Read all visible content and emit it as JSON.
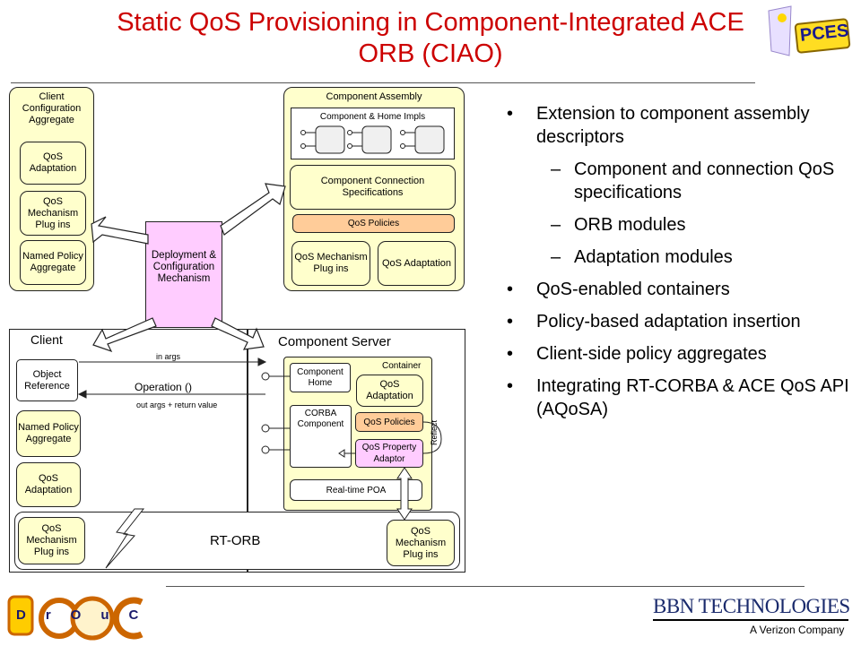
{
  "title": "Static QoS Provisioning in Component-Integrated ACE ORB (CIAO)",
  "pces_logo": "PCES",
  "bullets": [
    {
      "text": "Extension to component assembly descriptors",
      "sub": [
        "Component and connection QoS specifications",
        "ORB modules",
        "Adaptation modules"
      ]
    },
    {
      "text": "QoS-enabled containers",
      "sub": []
    },
    {
      "text": "Policy-based adaptation insertion",
      "sub": []
    },
    {
      "text": "Client-side policy aggregates",
      "sub": []
    },
    {
      "text": "Integrating RT-CORBA & ACE QoS API (AQoSA)",
      "sub": []
    }
  ],
  "diagram": {
    "client_config": {
      "title": "Client Configuration Aggregate",
      "qos_adaptation": "QoS Adaptation",
      "qos_mechanism": "QoS Mechanism Plug ins",
      "named_policy": "Named Policy Aggregate"
    },
    "deployment": "Deployment & Configuration Mechanism",
    "component_assembly": {
      "title": "Component Assembly",
      "impls": "Component & Home Impls",
      "connection_specs": "Component Connection Specifications",
      "qos_policies": "QoS Policies",
      "qos_mechanism": "QoS Mechanism Plug ins",
      "qos_adaptation": "QoS Adaptation"
    },
    "client": {
      "title": "Client",
      "object_reference": "Object Reference",
      "named_policy": "Named Policy Aggregate",
      "qos_adaptation": "QoS Adaptation",
      "qos_mechanism": "QoS Mechanism Plug ins"
    },
    "calls": {
      "in_args": "in args",
      "operation": "Operation ()",
      "out_args": "out args + return value"
    },
    "component_server": {
      "title": "Component Server",
      "container": "Container",
      "component_home": "Component Home",
      "qos_adaptation": "QoS Adaptation",
      "corba_component": "CORBA Component",
      "qos_policies": "QoS Policies",
      "qos_property_adaptor": "QoS Property Adaptor",
      "reflect": "Reflect",
      "rt_poa": "Real-time POA",
      "qos_mechanism": "QoS Mechanism Plug ins"
    },
    "rt_orb": "RT-ORB"
  },
  "footer": {
    "doc_logo": "DrOuC",
    "bbn": "BBN TECHNOLOGIES",
    "verizon": "A Verizon Company"
  },
  "colors": {
    "title": "#cc0000",
    "box_fill": "#ffffcc",
    "policy_fill": "#ffcc99",
    "deployment_fill": "#ffccff"
  }
}
